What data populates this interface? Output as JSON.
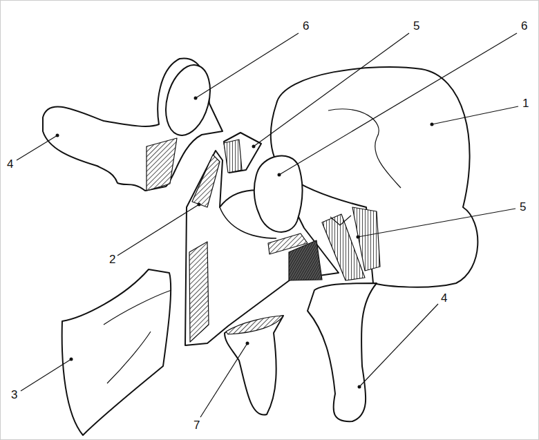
{
  "diagram": {
    "labels": [
      "6",
      "5",
      "6",
      "1",
      "4",
      "5",
      "2",
      "3",
      "7",
      "4"
    ]
  }
}
